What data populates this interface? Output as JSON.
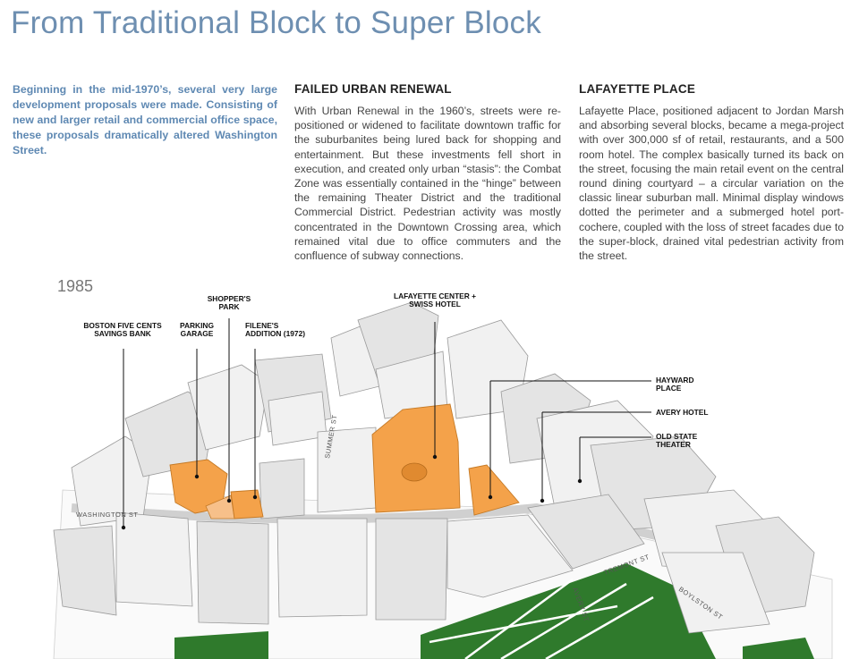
{
  "title": "From Traditional Block to Super Block",
  "intro": "Beginning in the mid-1970’s, several very large development proposals were made. Consisting of new and larger retail and commercial office space, these proposals dramatically altered Washington Street.",
  "col1": {
    "heading": "FAILED URBAN RENEWAL",
    "body": "With Urban Renewal in the 1960’s, streets were re-positioned or widened to facilitate downtown traffic for the suburbanites being lured back for shopping and entertainment. But these investments fell short in execution, and created only urban “stasis”: the Combat Zone was essentially contained in the “hinge” between the remaining Theater District and the traditional Commercial District. Pedestrian activity was mostly concentrated in the Downtown Crossing area, which remained vital due to office commuters and the confluence of subway connections."
  },
  "col2": {
    "heading": "LAFAYETTE PLACE",
    "body": "Lafayette Place, positioned adjacent to Jordan Marsh and absorbing several blocks, became a mega-project with over 300,000 sf of retail, restaurants, and a 500 room hotel. The complex basically turned its back on the street, focusing the main retail event on the central round dining courtyard – a circular variation on the classic linear suburban mall. Minimal display windows dotted the perimeter and a submerged hotel port-cochere, coupled with the loss of street facades due to the super-block, drained vital pedestrian activity from the street."
  },
  "map": {
    "year": "1985",
    "labels": {
      "boston_five_1": "BOSTON FIVE CENTS",
      "boston_five_2": "SAVINGS BANK",
      "parking_1": "PARKING",
      "parking_2": "GARAGE",
      "shoppers_1": "SHOPPER'S",
      "shoppers_2": "PARK",
      "filenes_1": "FILENE'S",
      "filenes_2": "ADDITION (1972)",
      "lafayette_1": "LAFAYETTE CENTER +",
      "lafayette_2": "SWISS HOTEL",
      "hayward_1": "HAYWARD",
      "hayward_2": "PLACE",
      "avery_hotel": "AVERY HOTEL",
      "old_state_1": "OLD STATE",
      "old_state_2": "THEATER"
    },
    "streets": {
      "washington": "WASHINGTON ST",
      "summer": "SUMMER ST",
      "avery": "AVERY ST",
      "tremont": "TREMONT ST",
      "boylston": "BOYLSTON ST"
    },
    "colors": {
      "highlight": "#f4a24a",
      "park": "#2f7a2c",
      "title": "#6e8fb1"
    }
  }
}
